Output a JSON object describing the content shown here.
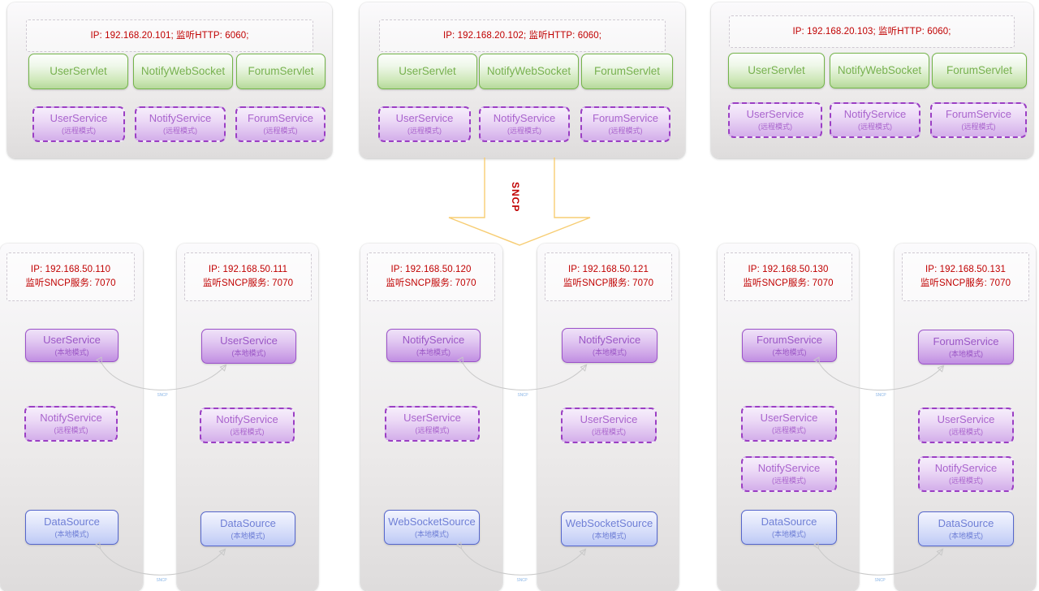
{
  "diagram": {
    "protocol_label": "SNCP",
    "edge_label": "SNCP",
    "colors": {
      "ip_text": "#c00000",
      "servlet_green": "#74b44a",
      "service_purple": "#9b51c9",
      "datasource_blue": "#5566cc",
      "arrow_orange": "#f5c969",
      "panel_bg": "#eceaea"
    }
  },
  "app_tier": [
    {
      "id": "app-1",
      "header": "IP: 192.168.20.101;  监听HTTP: 6060;",
      "servlets": [
        {
          "name": "UserServlet"
        },
        {
          "name": "NotifyWebSocket"
        },
        {
          "name": "ForumServlet"
        }
      ],
      "services": [
        {
          "name": "UserService",
          "mode": "(远程模式)"
        },
        {
          "name": "NotifyService",
          "mode": "(远程模式)"
        },
        {
          "name": "ForumService",
          "mode": "(远程模式)"
        }
      ]
    },
    {
      "id": "app-2",
      "header": "IP: 192.168.20.102;  监听HTTP: 6060;",
      "servlets": [
        {
          "name": "UserServlet"
        },
        {
          "name": "NotifyWebSocket"
        },
        {
          "name": "ForumServlet"
        }
      ],
      "services": [
        {
          "name": "UserService",
          "mode": "(远程模式)"
        },
        {
          "name": "NotifyService",
          "mode": "(远程模式)"
        },
        {
          "name": "ForumService",
          "mode": "(远程模式)"
        }
      ]
    },
    {
      "id": "app-3",
      "header": "IP: 192.168.20.103;  监听HTTP: 6060;",
      "servlets": [
        {
          "name": "UserServlet"
        },
        {
          "name": "NotifyWebSocket"
        },
        {
          "name": "ForumServlet"
        }
      ],
      "services": [
        {
          "name": "UserService",
          "mode": "(远程模式)"
        },
        {
          "name": "NotifyService",
          "mode": "(远程模式)"
        },
        {
          "name": "ForumService",
          "mode": "(远程模式)"
        }
      ]
    }
  ],
  "service_tier": [
    {
      "id": "svc-110",
      "header_line1": "IP: 192.168.50.110",
      "header_line2": "监听SNCP服务: 7070",
      "nodes": [
        {
          "name": "UserService",
          "mode": "(本地模式)",
          "kind": "purple-local"
        },
        {
          "name": "NotifyService",
          "mode": "(远程模式)",
          "kind": "purple-remote"
        },
        {
          "name": "DataSource",
          "mode": "(本地模式)",
          "kind": "blue"
        }
      ]
    },
    {
      "id": "svc-111",
      "header_line1": "IP: 192.168.50.111",
      "header_line2": "监听SNCP服务: 7070",
      "nodes": [
        {
          "name": "UserService",
          "mode": "(本地模式)",
          "kind": "purple-local"
        },
        {
          "name": "NotifyService",
          "mode": "(远程模式)",
          "kind": "purple-remote"
        },
        {
          "name": "DataSource",
          "mode": "(本地模式)",
          "kind": "blue"
        }
      ]
    },
    {
      "id": "svc-120",
      "header_line1": "IP: 192.168.50.120",
      "header_line2": "监听SNCP服务: 7070",
      "nodes": [
        {
          "name": "NotifyService",
          "mode": "(本地模式)",
          "kind": "purple-local"
        },
        {
          "name": "UserService",
          "mode": "(远程模式)",
          "kind": "purple-remote"
        },
        {
          "name": "WebSocketSource",
          "mode": "(本地模式)",
          "kind": "blue"
        }
      ]
    },
    {
      "id": "svc-121",
      "header_line1": "IP: 192.168.50.121",
      "header_line2": "监听SNCP服务: 7070",
      "nodes": [
        {
          "name": "NotifyService",
          "mode": "(本地模式)",
          "kind": "purple-local"
        },
        {
          "name": "UserService",
          "mode": "(远程模式)",
          "kind": "purple-remote"
        },
        {
          "name": "WebSocketSource",
          "mode": "(本地模式)",
          "kind": "blue"
        }
      ]
    },
    {
      "id": "svc-130",
      "header_line1": "IP: 192.168.50.130",
      "header_line2": "监听SNCP服务: 7070",
      "nodes": [
        {
          "name": "ForumService",
          "mode": "(本地模式)",
          "kind": "purple-local"
        },
        {
          "name": "UserService",
          "mode": "(远程模式)",
          "kind": "purple-remote"
        },
        {
          "name": "NotifyService",
          "mode": "(远程模式)",
          "kind": "purple-remote"
        },
        {
          "name": "DataSource",
          "mode": "(本地模式)",
          "kind": "blue"
        }
      ]
    },
    {
      "id": "svc-131",
      "header_line1": "IP: 192.168.50.131",
      "header_line2": "监听SNCP服务: 7070",
      "nodes": [
        {
          "name": "ForumService",
          "mode": "(本地模式)",
          "kind": "purple-local"
        },
        {
          "name": "UserService",
          "mode": "(远程模式)",
          "kind": "purple-remote"
        },
        {
          "name": "NotifyService",
          "mode": "(远程模式)",
          "kind": "purple-remote"
        },
        {
          "name": "DataSource",
          "mode": "(本地模式)",
          "kind": "blue"
        }
      ]
    }
  ]
}
